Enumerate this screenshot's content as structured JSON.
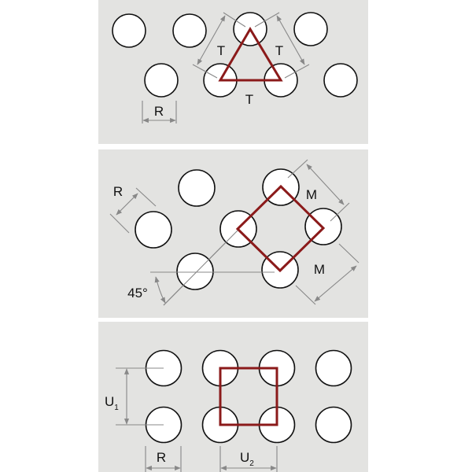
{
  "panels": [
    {
      "name": "triangular-pattern",
      "labels": {
        "pitch_left": "T",
        "pitch_right": "T",
        "pitch_bottom": "T",
        "diameter": "R"
      }
    },
    {
      "name": "diagonal-square-pattern",
      "labels": {
        "diameter": "R",
        "pitch_top": "M",
        "pitch_bottom": "M",
        "angle": "45°"
      }
    },
    {
      "name": "straight-square-pattern",
      "labels": {
        "pitch_vertical": "U",
        "pitch_vertical_sub": "1",
        "pitch_horizontal": "U",
        "pitch_horizontal_sub": "2",
        "diameter": "R"
      }
    }
  ],
  "colors": {
    "panel_bg": "#e3e3e1",
    "pattern_outline": "#8b1a1a",
    "dimension_line": "#888888"
  }
}
